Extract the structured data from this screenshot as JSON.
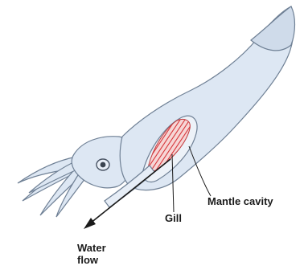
{
  "labels": {
    "mantle_cavity": "Mantle cavity",
    "gill": "Gill",
    "water_flow_line1": "Water",
    "water_flow_line2": "flow"
  },
  "colors": {
    "body_fill": "#dde7f3",
    "body_stroke": "#6f8095",
    "gill_fill": "#f6d6d6",
    "gill_stripe": "#d7383c",
    "ink": "#1a1a1a"
  }
}
